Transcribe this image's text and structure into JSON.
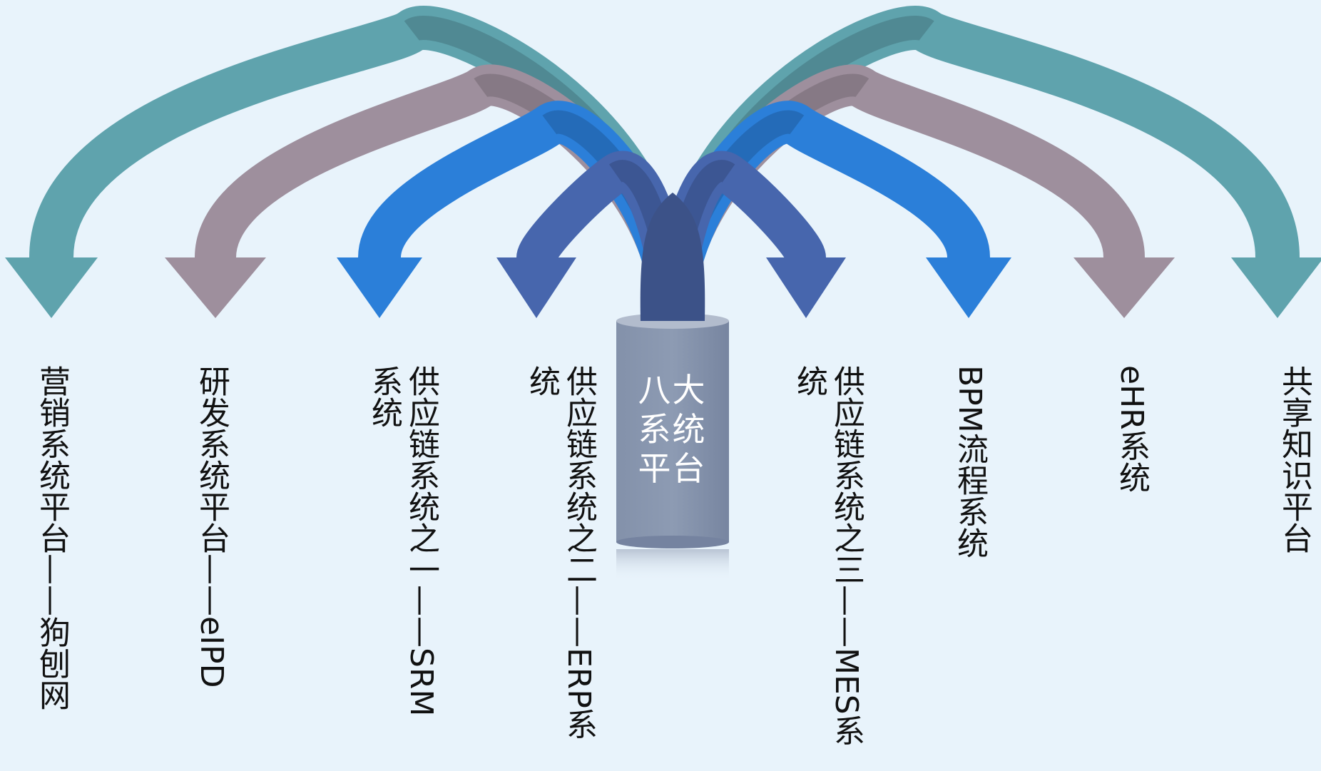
{
  "hub": {
    "label": "八大系统平台",
    "color": "#7f8fa9"
  },
  "systems": [
    {
      "label": "营销系统平台——狗刨网",
      "color": "#5fa3ad"
    },
    {
      "label": "研发系统平台——eIPD",
      "color": "#9e8f9d"
    },
    {
      "label": "供应链系统之一——SRM系统",
      "color": "#2b7fd9"
    },
    {
      "label": "供应链系统之二——ERP系统",
      "color": "#4766ad"
    },
    {
      "label": "供应链系统之三——MES系统",
      "color": "#4766ad"
    },
    {
      "label": "BPM流程系统",
      "color": "#2b7fd9"
    },
    {
      "label": "eHR系统",
      "color": "#9e8f9d"
    },
    {
      "label": "共享知识平台",
      "color": "#5fa3ad"
    }
  ]
}
